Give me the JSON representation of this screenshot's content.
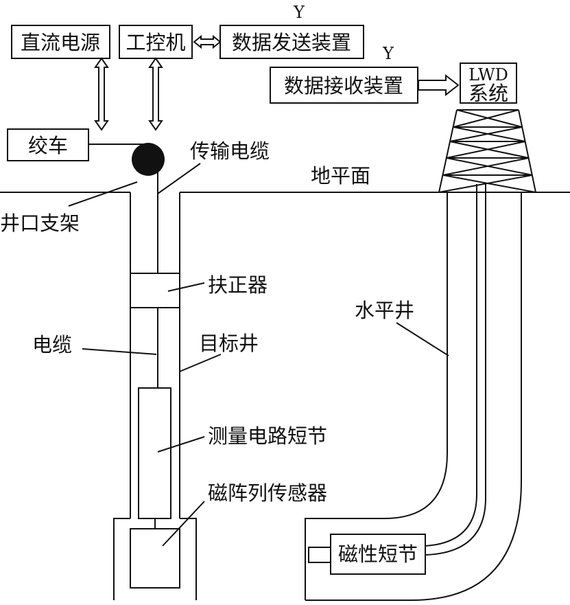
{
  "labels": {
    "dc_power": "直流电源",
    "ipc": "工控机",
    "data_send": "数据发送装置",
    "data_recv": "数据接收装置",
    "lwd_line1": "LWD",
    "lwd_line2": "系统",
    "y_top": "Y",
    "y_mid": "Y",
    "winch": "绞车",
    "cable_trans": "传输电缆",
    "ground": "地平面",
    "wellhead": "井口支架",
    "centralizer": "扶正器",
    "horizontal_well": "水平井",
    "cable": "电缆",
    "target_well": "目标井",
    "measure_circuit": "测量电路短节",
    "mag_array": "磁阵列传感器",
    "mag_sub": "磁性短节"
  }
}
